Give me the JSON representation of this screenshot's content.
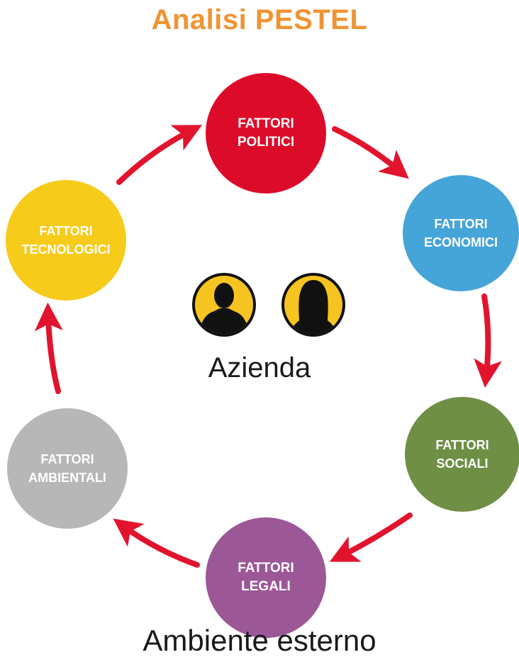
{
  "title": "Analisi PESTEL",
  "center_label": "Azienda",
  "outer_label": "Ambiente esterno",
  "colors": {
    "title": "#ef9433",
    "arrow": "#e2142d",
    "person_bg": "#f6c420"
  },
  "factors": [
    {
      "id": "politici",
      "line1": "FATTORI",
      "line2": "POLITICI",
      "color": "#dd0b2a"
    },
    {
      "id": "economici",
      "line1": "FATTORI",
      "line2": "ECONOMICI",
      "color": "#45a4d8"
    },
    {
      "id": "sociali",
      "line1": "FATTORI",
      "line2": "SOCIALI",
      "color": "#6f8f45"
    },
    {
      "id": "legali",
      "line1": "FATTORI",
      "line2": "LEGALI",
      "color": "#9c5797"
    },
    {
      "id": "ambientali",
      "line1": "FATTORI",
      "line2": "AMBIENTALI",
      "color": "#b7b7b7"
    },
    {
      "id": "tecnologici",
      "line1": "FATTORI",
      "line2": "TECNOLOGICI",
      "color": "#f6cb1a"
    }
  ],
  "icons": [
    "man-icon",
    "woman-icon"
  ]
}
